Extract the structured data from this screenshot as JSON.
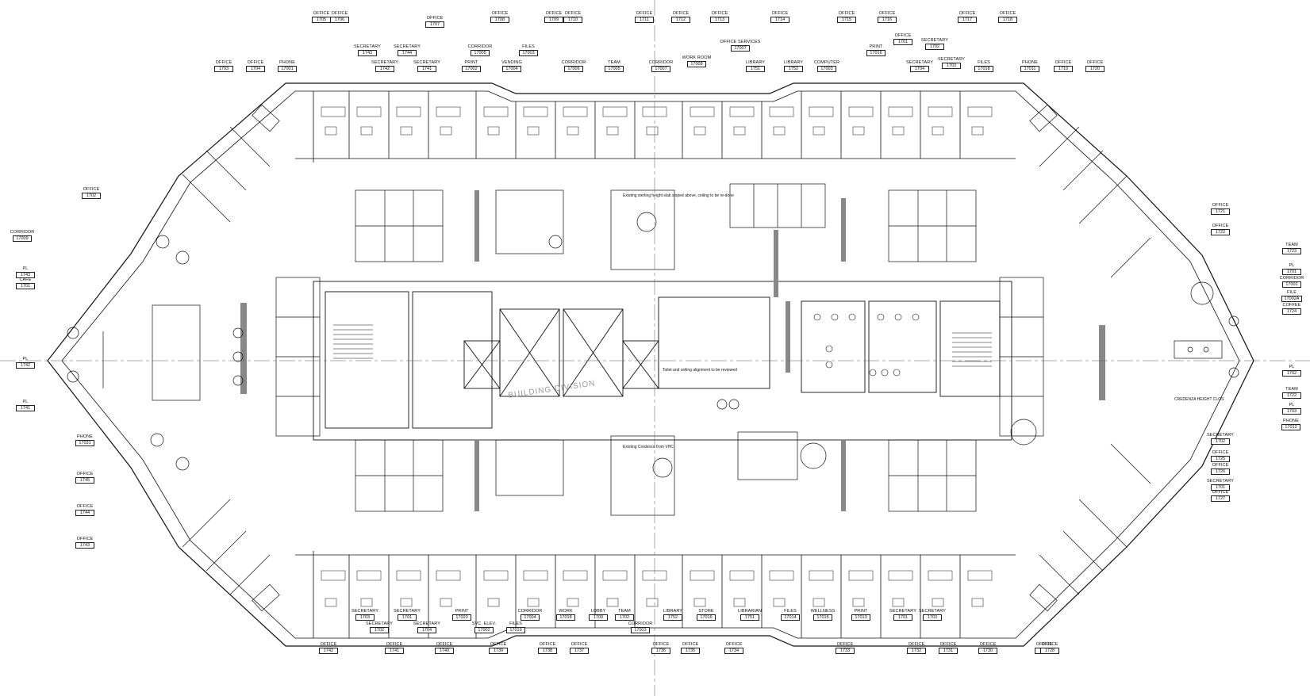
{
  "labels": {
    "top_row1": [
      {
        "name": "OFFICE",
        "num": "1705"
      },
      {
        "name": "OFFICE",
        "num": "1706"
      },
      {
        "name": "OFFICE",
        "num": "1707"
      },
      {
        "name": "OFFICE",
        "num": "1708"
      },
      {
        "name": "OFFICE",
        "num": "1709"
      },
      {
        "name": "OFFICE",
        "num": "1710"
      },
      {
        "name": "OFFICE",
        "num": "1711"
      },
      {
        "name": "OFFICE",
        "num": "1712"
      },
      {
        "name": "OFFICE",
        "num": "1713"
      },
      {
        "name": "OFFICE",
        "num": "1714"
      },
      {
        "name": "OFFICE",
        "num": "1715"
      },
      {
        "name": "OFFICE",
        "num": "1716"
      },
      {
        "name": "OFFICE",
        "num": "1717"
      },
      {
        "name": "OFFICE",
        "num": "1718"
      }
    ],
    "top_row2": [
      {
        "name": "SECRETARY",
        "num": "1743"
      },
      {
        "name": "SECRETARY",
        "num": "1744"
      },
      {
        "name": "CORRIDOR",
        "num": "17005"
      },
      {
        "name": "FILES",
        "num": "17003"
      },
      {
        "name": "OFFICE SERVICES",
        "num": "17007"
      },
      {
        "name": "PRINT",
        "num": "17016"
      },
      {
        "name": "OFFICE",
        "num": "1701"
      },
      {
        "name": "SECRETARY",
        "num": "1702"
      }
    ],
    "top_row3": [
      {
        "name": "OFFICE",
        "num": "1703"
      },
      {
        "name": "OFFICE",
        "num": "1704"
      },
      {
        "name": "PHONE",
        "num": "17001"
      },
      {
        "name": "SECRETARY",
        "num": "1742"
      },
      {
        "name": "SECRETARY",
        "num": "1741"
      },
      {
        "name": "PRINT",
        "num": "17002"
      },
      {
        "name": "VENDING",
        "num": "17004"
      },
      {
        "name": "CORRIDOR",
        "num": "17006"
      },
      {
        "name": "TEAM",
        "num": "17005"
      },
      {
        "name": "CORRIDOR",
        "num": "17007"
      },
      {
        "name": "WORK ROOM",
        "num": "17008"
      },
      {
        "name": "LIBRARY",
        "num": "1751"
      },
      {
        "name": "LIBRARY",
        "num": "1752"
      },
      {
        "name": "COMPUTER",
        "num": "17003"
      },
      {
        "name": "SECRETARY",
        "num": "1704"
      },
      {
        "name": "SECRETARY",
        "num": "1703"
      },
      {
        "name": "FILES",
        "num": "17018"
      },
      {
        "name": "PHONE",
        "num": "17011"
      },
      {
        "name": "OFFICE",
        "num": "1719"
      },
      {
        "name": "OFFICE",
        "num": "1720"
      }
    ],
    "left": [
      {
        "name": "OFFICE",
        "num": "1702"
      },
      {
        "name": "CORRIDOR",
        "num": "17009"
      },
      {
        "name": "PL",
        "num": "1743"
      },
      {
        "name": "CAFE",
        "num": "1701"
      },
      {
        "name": "PL",
        "num": "1742"
      },
      {
        "name": "PL",
        "num": "1741"
      },
      {
        "name": "PHONE",
        "num": "17031"
      },
      {
        "name": "OFFICE",
        "num": "1745"
      },
      {
        "name": "OFFICE",
        "num": "1744"
      },
      {
        "name": "OFFICE",
        "num": "1743"
      }
    ],
    "right": [
      {
        "name": "OFFICE",
        "num": "1721"
      },
      {
        "name": "OFFICE",
        "num": "1722"
      },
      {
        "name": "TEAM",
        "num": "1723"
      },
      {
        "name": "PL",
        "num": "1701"
      },
      {
        "name": "CORRIDOR",
        "num": "17002"
      },
      {
        "name": "FILE",
        "num": "17002A"
      },
      {
        "name": "COFFEE",
        "num": "1724"
      },
      {
        "name": "PL",
        "num": "1702"
      },
      {
        "name": "TEAM",
        "num": "1722"
      },
      {
        "name": "PL",
        "num": "1703"
      },
      {
        "name": "PHONE",
        "num": "17012"
      },
      {
        "name": "SECRETARY",
        "num": "1702"
      },
      {
        "name": "OFFICE",
        "num": "1725"
      },
      {
        "name": "OFFICE",
        "num": "1726"
      },
      {
        "name": "SECRETARY",
        "num": "1701"
      },
      {
        "name": "OFFICE",
        "num": "1727"
      }
    ],
    "bottom_row1": [
      {
        "name": "SECRETARY",
        "num": "1703"
      },
      {
        "name": "SECRETARY",
        "num": "1702"
      },
      {
        "name": "SECRETARY",
        "num": "1701"
      },
      {
        "name": "SECRETARY",
        "num": "1704"
      },
      {
        "name": "PRINT",
        "num": "17020"
      },
      {
        "name": "SVC. ELEV.",
        "num": "17002"
      },
      {
        "name": "FILES",
        "num": "17019"
      },
      {
        "name": "CORRIDOR",
        "num": "17004"
      },
      {
        "name": "WORK",
        "num": "17018"
      },
      {
        "name": "LOBBY",
        "num": "1700"
      },
      {
        "name": "TEAM",
        "num": "1702"
      },
      {
        "name": "CORRIDOR",
        "num": "17003"
      },
      {
        "name": "LIBRARY",
        "num": "1752"
      },
      {
        "name": "STORE",
        "num": "17016"
      },
      {
        "name": "LIBRARIAN",
        "num": "1751"
      },
      {
        "name": "FILES",
        "num": "17014"
      },
      {
        "name": "WELLNESS",
        "num": "17015"
      },
      {
        "name": "PRINT",
        "num": "17013"
      },
      {
        "name": "SECRETARY",
        "num": "1701"
      },
      {
        "name": "SECRETARY",
        "num": "1703"
      }
    ],
    "bottom_row2": [
      {
        "name": "OFFICE",
        "num": "1742"
      },
      {
        "name": "OFFICE",
        "num": "1741"
      },
      {
        "name": "OFFICE",
        "num": "1740"
      },
      {
        "name": "OFFICE",
        "num": "1739"
      },
      {
        "name": "OFFICE",
        "num": "1738"
      },
      {
        "name": "OFFICE",
        "num": "1737"
      },
      {
        "name": "OFFICE",
        "num": "1736"
      },
      {
        "name": "OFFICE",
        "num": "1735"
      },
      {
        "name": "OFFICE",
        "num": "1734"
      },
      {
        "name": "OFFICE",
        "num": "1733"
      },
      {
        "name": "OFFICE",
        "num": "1732"
      },
      {
        "name": "OFFICE",
        "num": "1731"
      },
      {
        "name": "OFFICE",
        "num": "1730"
      },
      {
        "name": "OFFICE",
        "num": "1729"
      },
      {
        "name": "OFFICE",
        "num": "1728"
      }
    ]
  },
  "notes": {
    "center_top": "Existing sterling height slab sloped above, ceiling to be re-done",
    "center_mid": "Toilet and ceiling alignment to be reviewed",
    "center_bottom": "Existing Credenza from VHC",
    "right_note": "CREDENZA HEIGHT CLOS",
    "stamp": "BUILDING DIVISION"
  }
}
